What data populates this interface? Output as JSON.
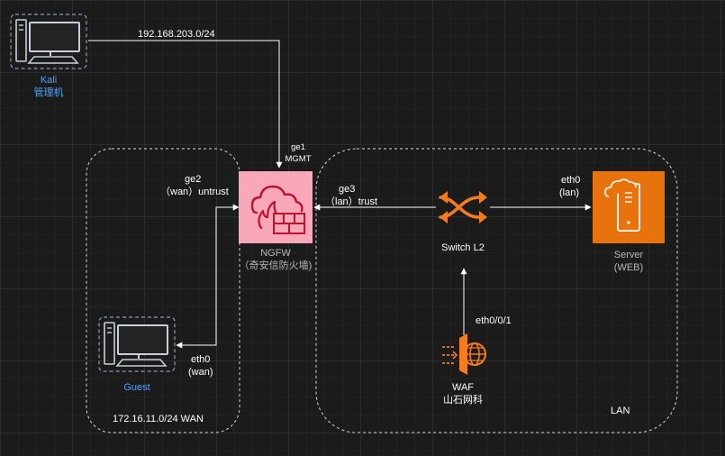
{
  "nodes": {
    "kali": {
      "name": "Kali",
      "sub": "管理机"
    },
    "ngfw": {
      "name": "NGFW",
      "sub": "（奇安信防火墙)"
    },
    "switch": {
      "name": "Switch L2"
    },
    "server": {
      "name": "Server",
      "sub": "(WEB)"
    },
    "guest": {
      "name": "Guest"
    },
    "waf": {
      "name": "WAF",
      "sub": "山石网科"
    }
  },
  "links": {
    "mgmt_subnet": "192.168.203.0/24",
    "ge1": "ge1",
    "ge1_role": "MGMT",
    "ge2": "ge2",
    "ge2_role": "（wan）untrust",
    "ge3": "ge3",
    "ge3_role": "（lan）trust",
    "server_eth0": "eth0",
    "server_eth0_role": "(lan)",
    "guest_eth0": "eth0",
    "guest_eth0_role": "(wan)",
    "waf_eth0": "eth0/0/1"
  },
  "zones": {
    "wan": "172.16.11.0/24  WAN",
    "lan": "LAN"
  },
  "colors": {
    "ngfw_fill": "#f8a8b8",
    "ngfw_icon": "#c0102a",
    "server_fill": "#e8730c",
    "switch": "#f47b20",
    "waf": "#f47b20",
    "device_frame": "#8d9aae",
    "node_label_blue": "#4aa3ff",
    "line": "#ffffff"
  }
}
